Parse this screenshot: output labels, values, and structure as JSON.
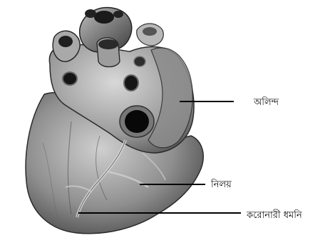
{
  "labels": {
    "atrium": "অলিন্দ",
    "ventricle": "নিলয়",
    "coronary_artery": "করোনারী ধমনি"
  }
}
